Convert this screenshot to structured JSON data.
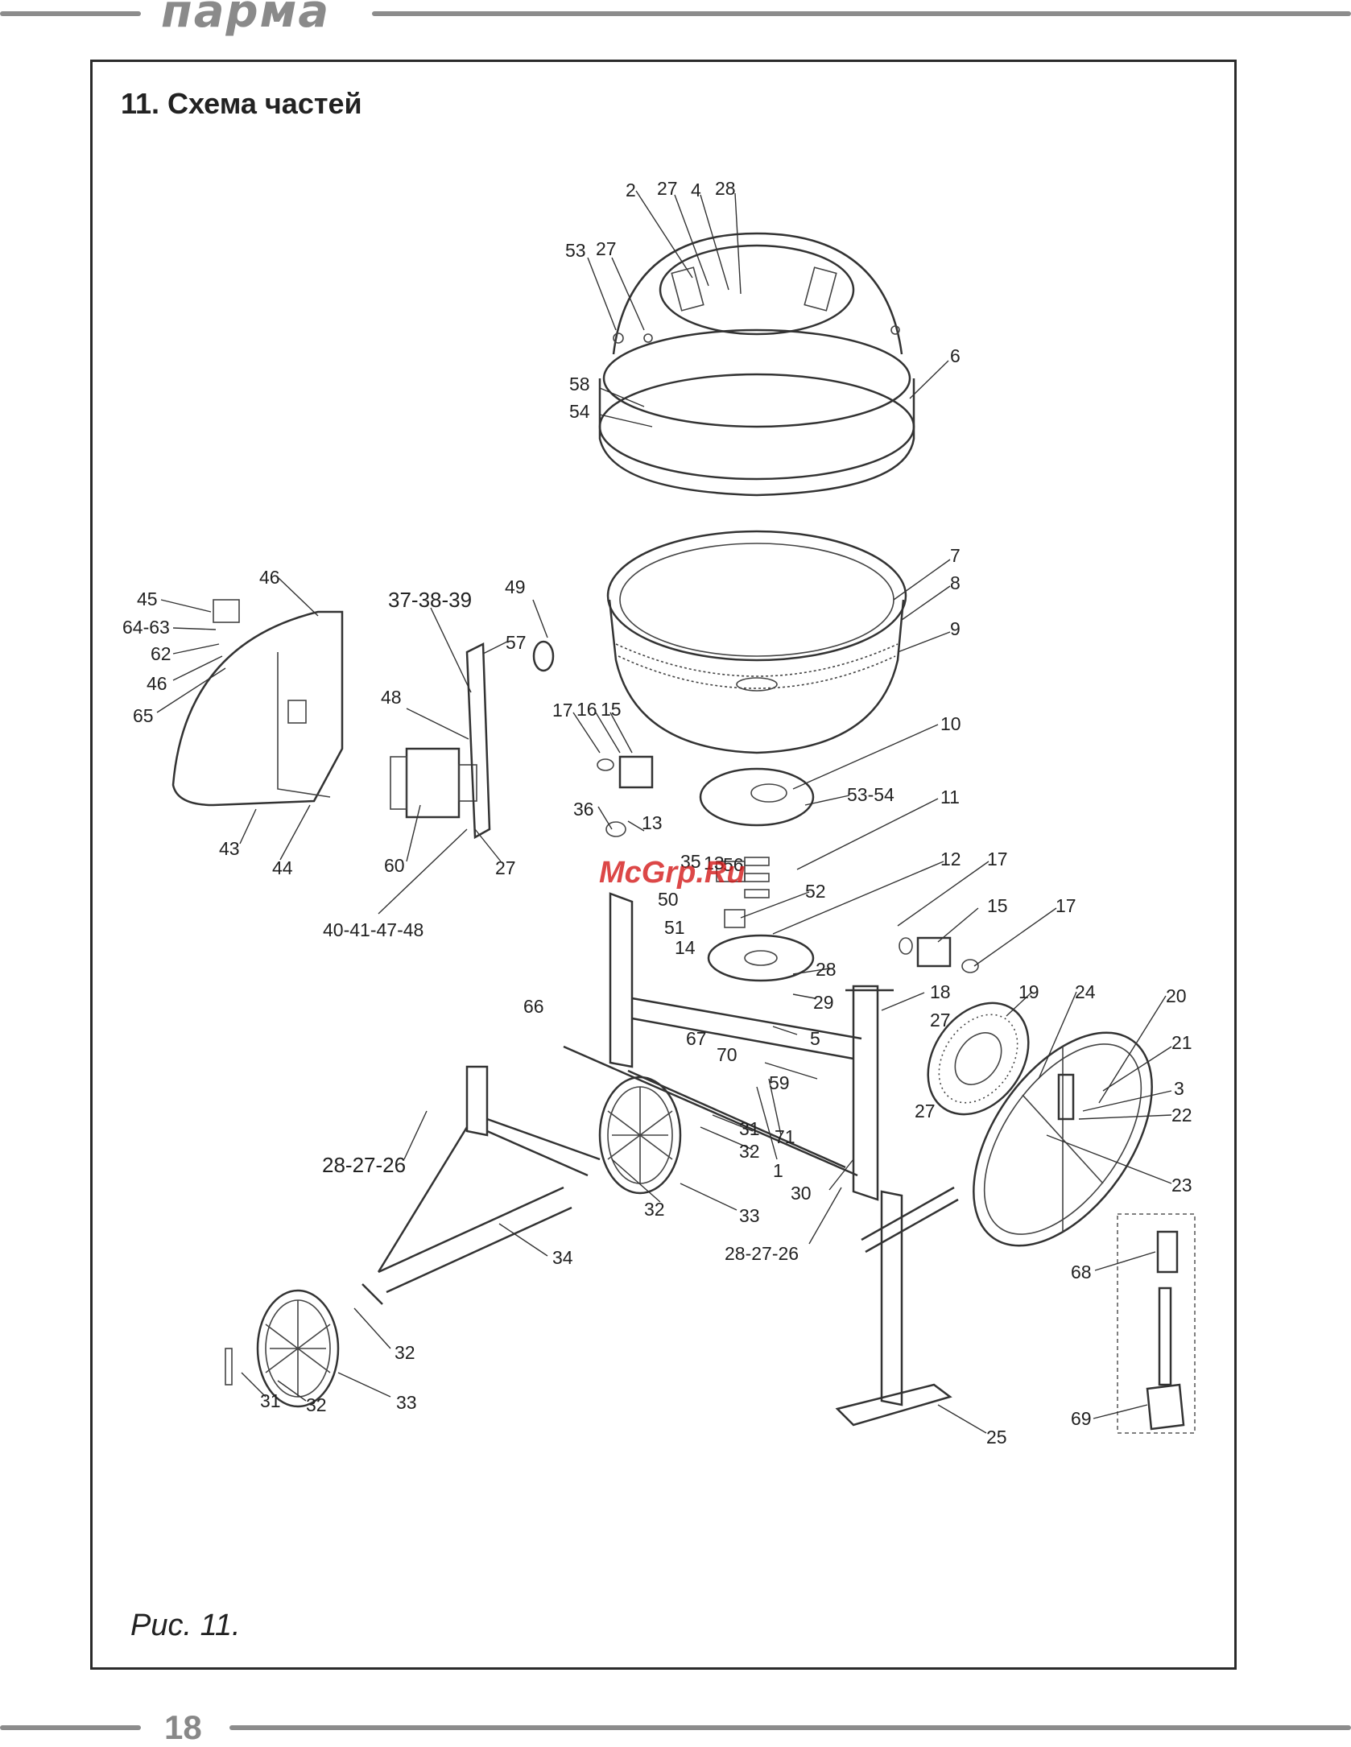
{
  "header": {
    "brand": "парма"
  },
  "section_title": "11. Схема частей",
  "figure_caption": "Рис. 11.",
  "page_number": "18",
  "watermark": "McGrp.Ru",
  "callouts": {
    "c_2": "2",
    "c_27a": "27",
    "c_4": "4",
    "c_28a": "28",
    "c_53": "53",
    "c_27b": "27",
    "c_6": "6",
    "c_58": "58",
    "c_54": "54",
    "c_7": "7",
    "c_8": "8",
    "c_9": "9",
    "c_10": "10",
    "c_53_54": "53-54",
    "c_11": "11",
    "c_45": "45",
    "c_46a": "46",
    "c_64_63": "64-63",
    "c_62": "62",
    "c_46b": "46",
    "c_65": "65",
    "c_43": "43",
    "c_44": "44",
    "c_37_38_39": "37-38-39",
    "c_49": "49",
    "c_57": "57",
    "c_48": "48",
    "c_60": "60",
    "c_27c": "27",
    "c_40_41_47_48": "40-41-47-48",
    "c_17a": "17",
    "c_16": "16",
    "c_15a": "15",
    "c_36": "36",
    "c_13a": "13",
    "c_35": "35",
    "c_13b": "13",
    "c_56": "56",
    "c_50": "50",
    "c_51": "51",
    "c_14": "14",
    "c_52": "52",
    "c_12": "12",
    "c_17b": "17",
    "c_15b": "15",
    "c_17c": "17",
    "c_28b": "28",
    "c_29": "29",
    "c_5": "5",
    "c_67": "67",
    "c_70": "70",
    "c_59": "59",
    "c_66": "66",
    "c_18": "18",
    "c_27d": "27",
    "c_19": "19",
    "c_24": "24",
    "c_20": "20",
    "c_21": "21",
    "c_3": "3",
    "c_22": "22",
    "c_23": "23",
    "c_27e": "27",
    "c_31a": "31",
    "c_32a": "32",
    "c_71": "71",
    "c_1": "1",
    "c_30": "30",
    "c_28_27_26a": "28-27-26",
    "c_32b": "32",
    "c_33a": "33",
    "c_34": "34",
    "c_28_27_26b": "28-27-26",
    "c_68": "68",
    "c_32c": "32",
    "c_31b": "31",
    "c_32d": "32",
    "c_33b": "33",
    "c_25": "25",
    "c_69": "69"
  }
}
